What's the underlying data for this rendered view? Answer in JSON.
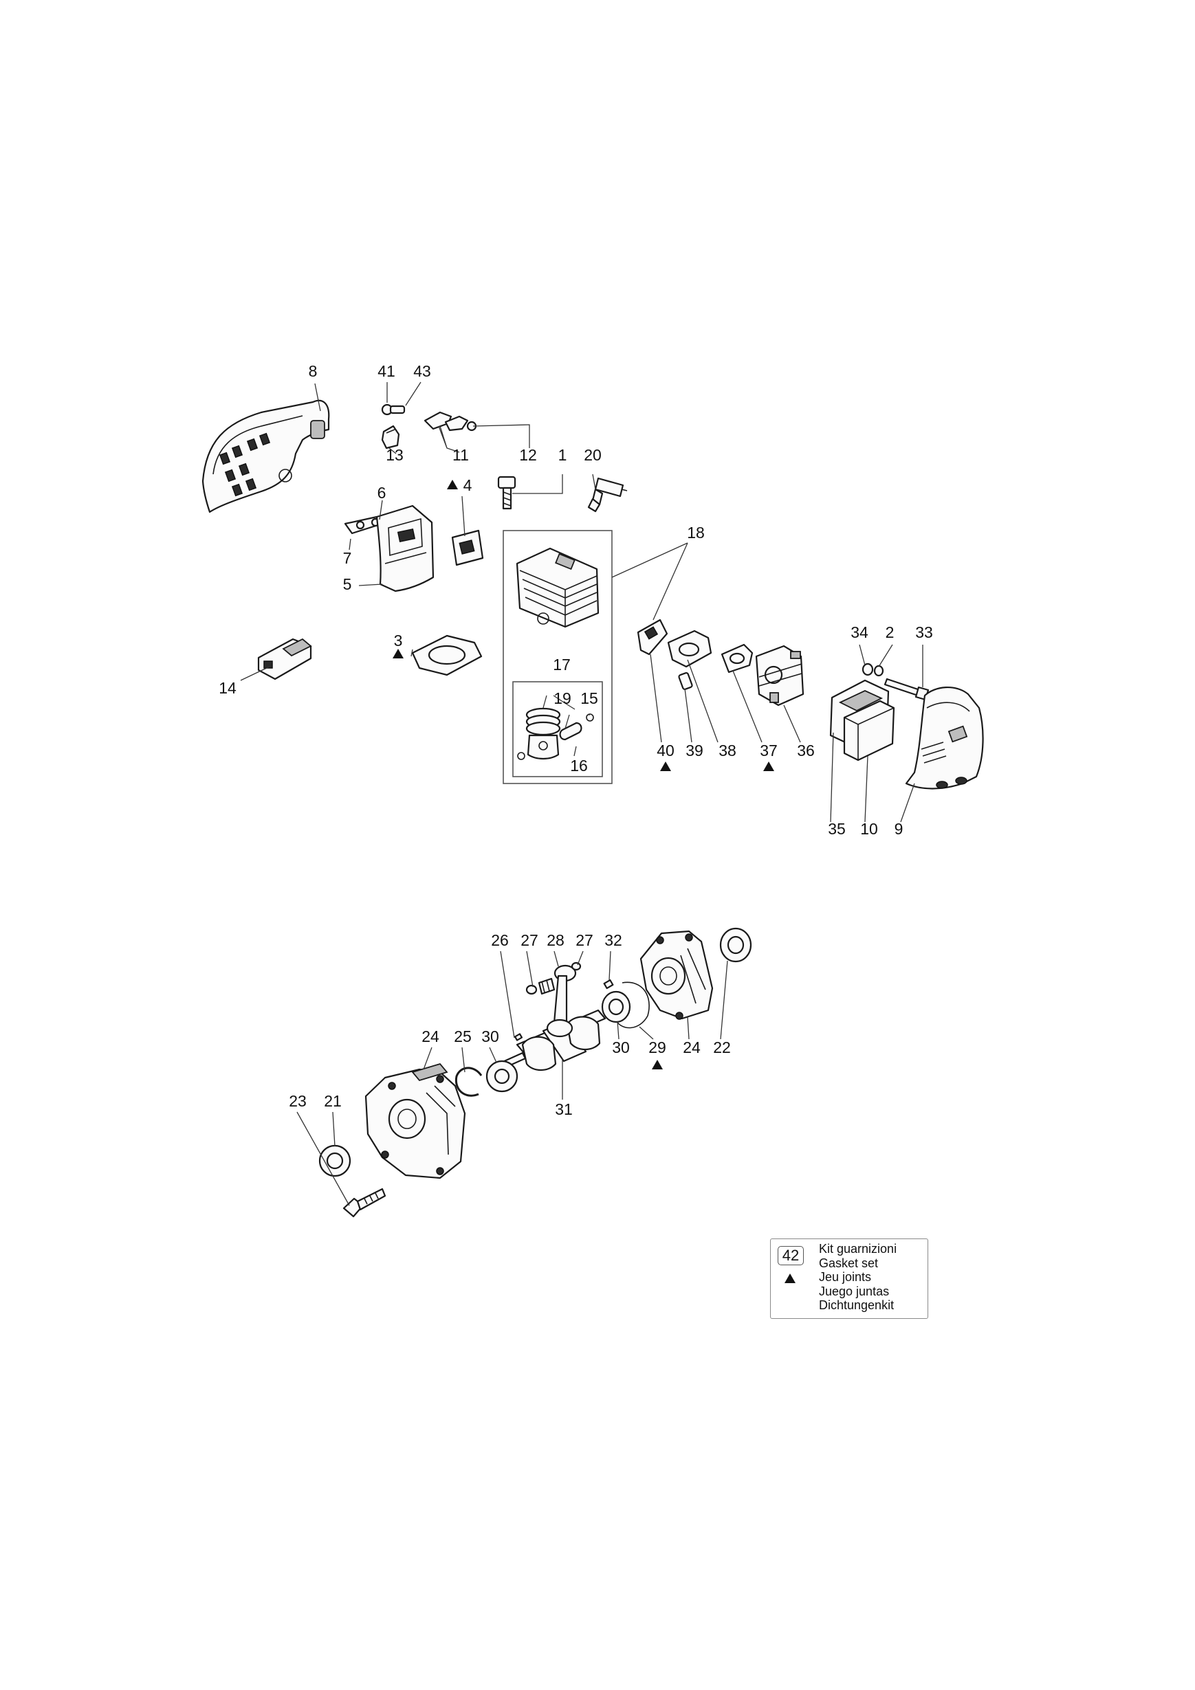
{
  "callouts": [
    {
      "label": "8",
      "marker": false
    },
    {
      "label": "41",
      "marker": false
    },
    {
      "label": "43",
      "marker": false
    },
    {
      "label": "13",
      "marker": false
    },
    {
      "label": "11",
      "marker": false
    },
    {
      "label": "12",
      "marker": false
    },
    {
      "label": "1",
      "marker": false
    },
    {
      "label": "20",
      "marker": false
    },
    {
      "label": "4",
      "marker": true
    },
    {
      "label": "6",
      "marker": false
    },
    {
      "label": "7",
      "marker": false
    },
    {
      "label": "5",
      "marker": false
    },
    {
      "label": "18",
      "marker": false
    },
    {
      "label": "3",
      "marker": true
    },
    {
      "label": "14",
      "marker": false
    },
    {
      "label": "17",
      "marker": false
    },
    {
      "label": "19",
      "marker": false
    },
    {
      "label": "15",
      "marker": false
    },
    {
      "label": "16",
      "marker": false
    },
    {
      "label": "34",
      "marker": false
    },
    {
      "label": "2",
      "marker": false
    },
    {
      "label": "33",
      "marker": false
    },
    {
      "label": "40",
      "marker": true
    },
    {
      "label": "39",
      "marker": false
    },
    {
      "label": "38",
      "marker": false
    },
    {
      "label": "37",
      "marker": true
    },
    {
      "label": "36",
      "marker": false
    },
    {
      "label": "35",
      "marker": false
    },
    {
      "label": "10",
      "marker": false
    },
    {
      "label": "9",
      "marker": false
    },
    {
      "label": "26",
      "marker": false
    },
    {
      "label": "27",
      "marker": false
    },
    {
      "label": "28",
      "marker": false
    },
    {
      "label": "27",
      "marker": false
    },
    {
      "label": "32",
      "marker": false
    },
    {
      "label": "24",
      "marker": false
    },
    {
      "label": "25",
      "marker": false
    },
    {
      "label": "30",
      "marker": false
    },
    {
      "label": "30",
      "marker": false
    },
    {
      "label": "29",
      "marker": true
    },
    {
      "label": "24",
      "marker": false
    },
    {
      "label": "22",
      "marker": false
    },
    {
      "label": "31",
      "marker": false
    },
    {
      "label": "23",
      "marker": false
    },
    {
      "label": "21",
      "marker": false
    }
  ],
  "legend": {
    "number": "42",
    "lines": [
      "Kit guarnizioni",
      "Gasket set",
      "Jeu joints",
      "Juego juntas",
      "Dichtungenkit"
    ]
  }
}
